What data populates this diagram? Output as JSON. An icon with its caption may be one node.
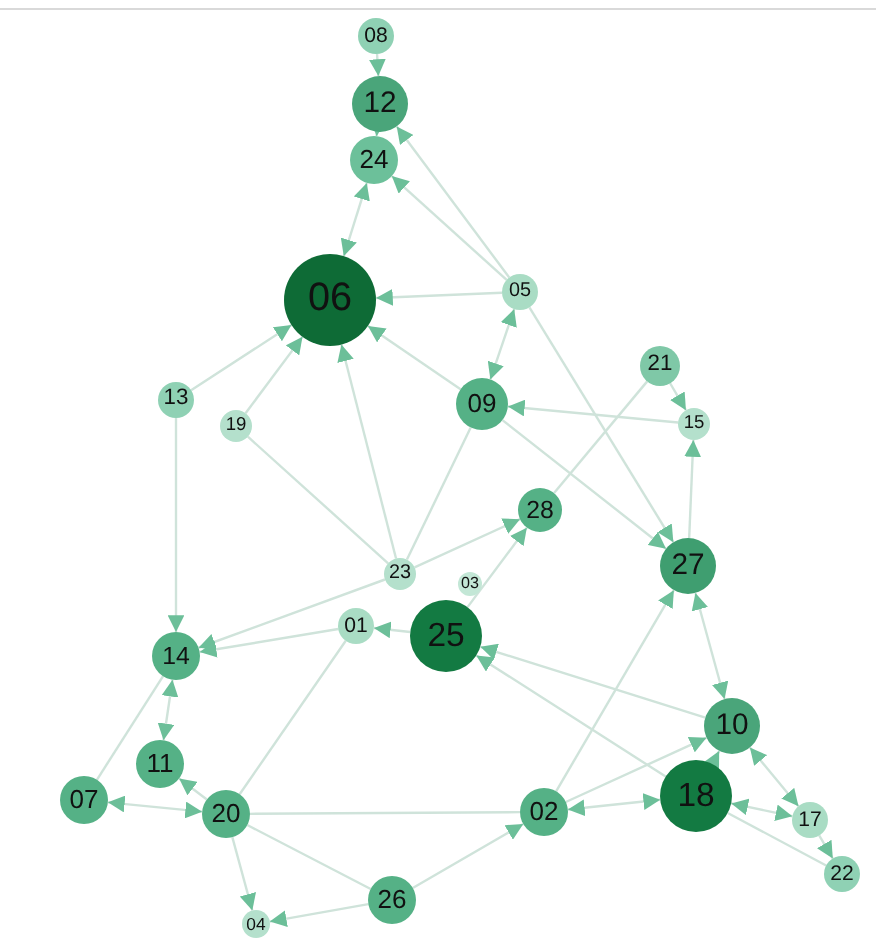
{
  "diagram": {
    "nodes": [
      {
        "text": [
          "08"
        ]
      },
      {
        "text": [
          "12"
        ]
      },
      {
        "text": [
          "24"
        ]
      },
      {
        "text": [
          "06"
        ]
      },
      {
        "text": [
          "05"
        ]
      },
      {
        "text": [
          "21"
        ]
      },
      {
        "text": [
          "13"
        ]
      },
      {
        "text": [
          "19"
        ]
      },
      {
        "text": [
          "09"
        ]
      },
      {
        "text": [
          "15"
        ]
      },
      {
        "text": [
          "28"
        ]
      },
      {
        "text": [
          "23"
        ]
      },
      {
        "text": [
          "03"
        ]
      },
      {
        "text": [
          "27"
        ]
      },
      {
        "text": [
          "01"
        ]
      },
      {
        "text": [
          "25"
        ]
      },
      {
        "text": [
          "14"
        ]
      },
      {
        "text": [
          "10"
        ]
      },
      {
        "text": [
          "11"
        ]
      },
      {
        "text": [
          "18"
        ]
      },
      {
        "text": [
          "07"
        ]
      },
      {
        "text": [
          "20"
        ]
      },
      {
        "text": [
          "02"
        ]
      },
      {
        "text": [
          "17"
        ]
      },
      {
        "text": [
          "22"
        ]
      },
      {
        "text": [
          "26"
        ]
      },
      {
        "text": [
          "04"
        ]
      }
    ],
    "edges": [
      {
        "from": 0,
        "to": 1,
        "arrow": "to"
      },
      {
        "from": 1,
        "to": 2,
        "arrow": "to"
      },
      {
        "from": 4,
        "to": 1,
        "arrow": "to"
      },
      {
        "from": 2,
        "to": 3,
        "arrow": "both"
      },
      {
        "from": 4,
        "to": 2,
        "arrow": "to"
      },
      {
        "from": 4,
        "to": 3,
        "arrow": "to"
      },
      {
        "from": 8,
        "to": 4,
        "arrow": "both"
      },
      {
        "from": 8,
        "to": 3,
        "arrow": "to"
      },
      {
        "from": 6,
        "to": 3,
        "arrow": "to"
      },
      {
        "from": 7,
        "to": 3,
        "arrow": "to"
      },
      {
        "from": 11,
        "to": 3,
        "arrow": "to"
      },
      {
        "from": 6,
        "to": 16,
        "arrow": "to"
      },
      {
        "from": 7,
        "to": 11,
        "arrow": "none"
      },
      {
        "from": 11,
        "to": 8,
        "arrow": "none"
      },
      {
        "from": 11,
        "to": 16,
        "arrow": "to"
      },
      {
        "from": 14,
        "to": 16,
        "arrow": "to"
      },
      {
        "from": 15,
        "to": 14,
        "arrow": "to"
      },
      {
        "from": 11,
        "to": 10,
        "arrow": "to"
      },
      {
        "from": 15,
        "to": 10,
        "arrow": "to"
      },
      {
        "from": 5,
        "to": 10,
        "arrow": "none"
      },
      {
        "from": 5,
        "to": 9,
        "arrow": "to"
      },
      {
        "from": 9,
        "to": 8,
        "arrow": "to"
      },
      {
        "from": 13,
        "to": 9,
        "arrow": "to"
      },
      {
        "from": 4,
        "to": 13,
        "arrow": "to"
      },
      {
        "from": 8,
        "to": 13,
        "arrow": "to"
      },
      {
        "from": 22,
        "to": 13,
        "arrow": "to"
      },
      {
        "from": 13,
        "to": 17,
        "arrow": "both"
      },
      {
        "from": 17,
        "to": 15,
        "arrow": "to"
      },
      {
        "from": 19,
        "to": 15,
        "arrow": "to"
      },
      {
        "from": 22,
        "to": 19,
        "arrow": "both"
      },
      {
        "from": 22,
        "to": 17,
        "arrow": "to"
      },
      {
        "from": 19,
        "to": 17,
        "arrow": "to"
      },
      {
        "from": 17,
        "to": 23,
        "arrow": "both"
      },
      {
        "from": 19,
        "to": 23,
        "arrow": "both"
      },
      {
        "from": 19,
        "to": 24,
        "arrow": "none"
      },
      {
        "from": 23,
        "to": 24,
        "arrow": "to"
      },
      {
        "from": 16,
        "to": 18,
        "arrow": "both"
      },
      {
        "from": 16,
        "to": 20,
        "arrow": "none"
      },
      {
        "from": 20,
        "to": 21,
        "arrow": "both"
      },
      {
        "from": 21,
        "to": 18,
        "arrow": "to"
      },
      {
        "from": 14,
        "to": 21,
        "arrow": "none"
      },
      {
        "from": 21,
        "to": 22,
        "arrow": "none"
      },
      {
        "from": 21,
        "to": 26,
        "arrow": "to"
      },
      {
        "from": 21,
        "to": 25,
        "arrow": "none"
      },
      {
        "from": 25,
        "to": 26,
        "arrow": "to"
      },
      {
        "from": 25,
        "to": 22,
        "arrow": "to"
      }
    ]
  }
}
